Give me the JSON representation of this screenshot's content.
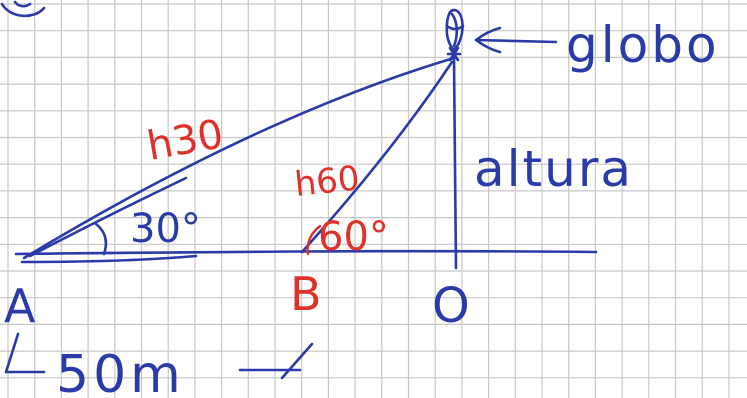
{
  "diagram": {
    "labels": {
      "balloon": "globo",
      "height": "altura",
      "point_a": "A",
      "point_b": "B",
      "point_o": "O",
      "distance": "50m",
      "hyp_30": "h30",
      "hyp_60": "h60",
      "angle_30": "30°",
      "angle_60": "60°"
    },
    "colors": {
      "ink_blue": "#2a3aa8",
      "ink_red": "#e0302a",
      "grid": "#c7c7c7",
      "paper": "#ffffff"
    }
  }
}
